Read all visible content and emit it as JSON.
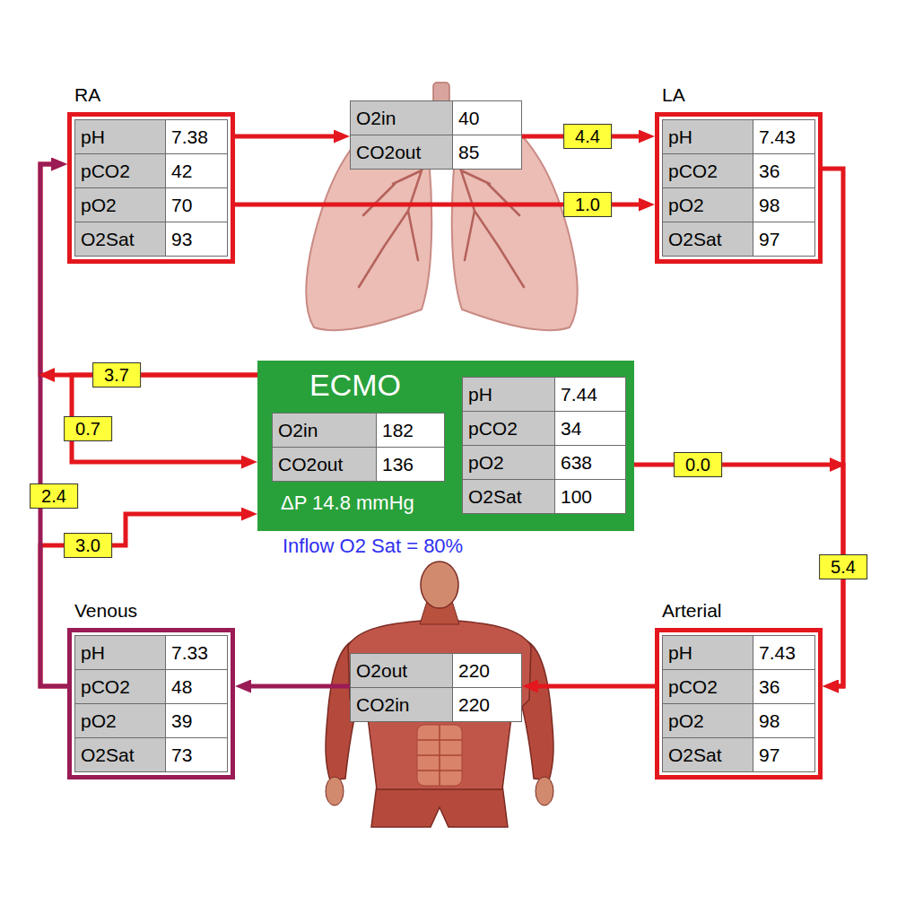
{
  "diagram": {
    "nodes": [
      {
        "text": [
          "RA",
          "pH",
          "7.38",
          "pCO2",
          "42",
          "pO2",
          "70",
          "O2Sat",
          "93"
        ]
      },
      {
        "text": [
          "O2in",
          "40",
          "CO2out",
          "85"
        ]
      },
      {
        "text": [
          "LA",
          "pH",
          "7.43",
          "pCO2",
          "36",
          "pO2",
          "98",
          "O2Sat",
          "97"
        ]
      },
      {
        "text": [
          "ECMO",
          "ΔP 14.8 mmHg"
        ]
      },
      {
        "text": [
          "O2in",
          "182",
          "CO2out",
          "136"
        ],
        "in": 3
      },
      {
        "text": [
          "pH",
          "7.44",
          "pCO2",
          "34",
          "pO2",
          "638",
          "O2Sat",
          "100"
        ],
        "in": 3
      },
      {
        "text": [
          "Venous",
          "pH",
          "7.33",
          "pCO2",
          "48",
          "pO2",
          "39",
          "O2Sat",
          "73"
        ]
      },
      {
        "text": [
          "O2out",
          "220",
          "CO2in",
          "220"
        ]
      },
      {
        "text": [
          "Arterial",
          "pH",
          "7.43",
          "pCO2",
          "36",
          "pO2",
          "98",
          "O2Sat",
          "97"
        ]
      }
    ],
    "edges": [
      {
        "from": 0,
        "to": 1,
        "arrow": "to"
      },
      {
        "from": 1,
        "to": 2,
        "label": "4.4",
        "arrow": "to"
      },
      {
        "from": 0,
        "to": 2,
        "label": "1.0",
        "arrow": "to"
      },
      {
        "from": 2,
        "to": 8,
        "label": "5.4",
        "arrow": "to"
      },
      {
        "from": 3,
        "to": 8,
        "label": "0.0",
        "arrow": "to"
      },
      {
        "from": 8,
        "to": 7,
        "arrow": "to"
      },
      {
        "from": 7,
        "to": 6,
        "arrow": "to"
      },
      {
        "from": 6,
        "to": 0,
        "label": "2.4",
        "arrow": "to"
      },
      {
        "from": 6,
        "to": 3,
        "label": "3.0",
        "arrow": "to"
      },
      {
        "from": 3,
        "to": 0,
        "label": "3.7",
        "arrow": "to"
      },
      {
        "from": 3,
        "to": 3,
        "label": "0.7",
        "arrow": "to"
      }
    ],
    "labels": [
      "Inflow O2 Sat = 80%"
    ]
  }
}
